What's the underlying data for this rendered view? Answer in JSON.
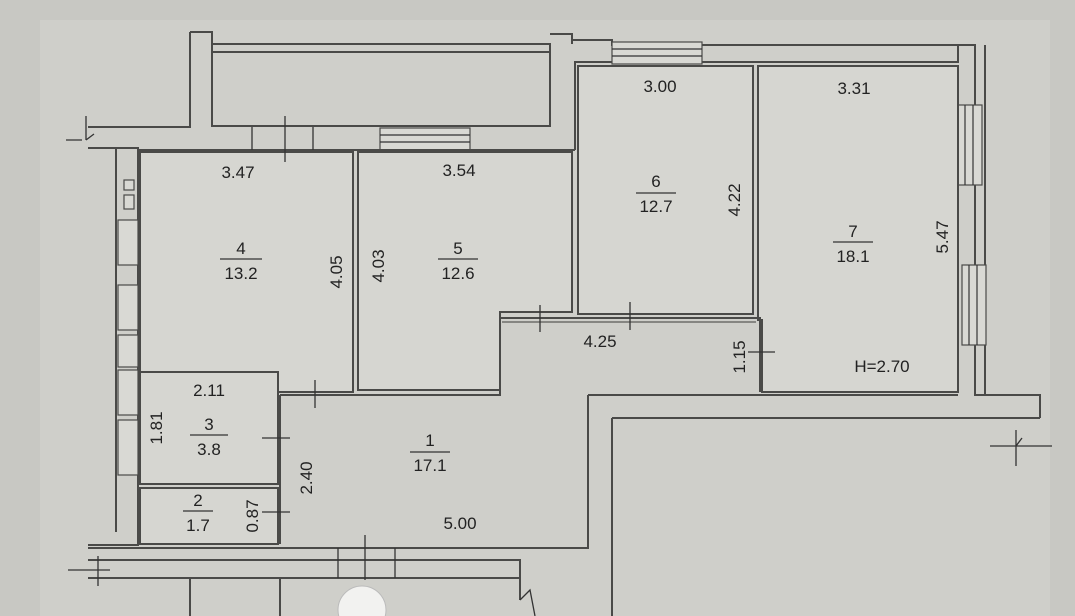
{
  "rooms": [
    {
      "num": "1",
      "area": "17.1"
    },
    {
      "num": "2",
      "area": "1.7"
    },
    {
      "num": "3",
      "area": "3.8"
    },
    {
      "num": "4",
      "area": "13.2"
    },
    {
      "num": "5",
      "area": "12.6"
    },
    {
      "num": "6",
      "area": "12.7"
    },
    {
      "num": "7",
      "area": "18.1"
    }
  ],
  "dimensions": {
    "r4_width": "3.47",
    "r4_height": "4.05",
    "r5_width": "3.54",
    "r5_height": "4.03",
    "r6_width": "3.00",
    "r6_height": "4.22",
    "r7_width": "3.31",
    "r7_height": "5.47",
    "corridor_width": "4.25",
    "step_height": "1.15",
    "r3_width": "2.11",
    "r3_height": "1.81",
    "r1_height": "2.40",
    "r2_height": "0.87",
    "r1_width": "5.00"
  },
  "ceiling_height": "H=2.70"
}
